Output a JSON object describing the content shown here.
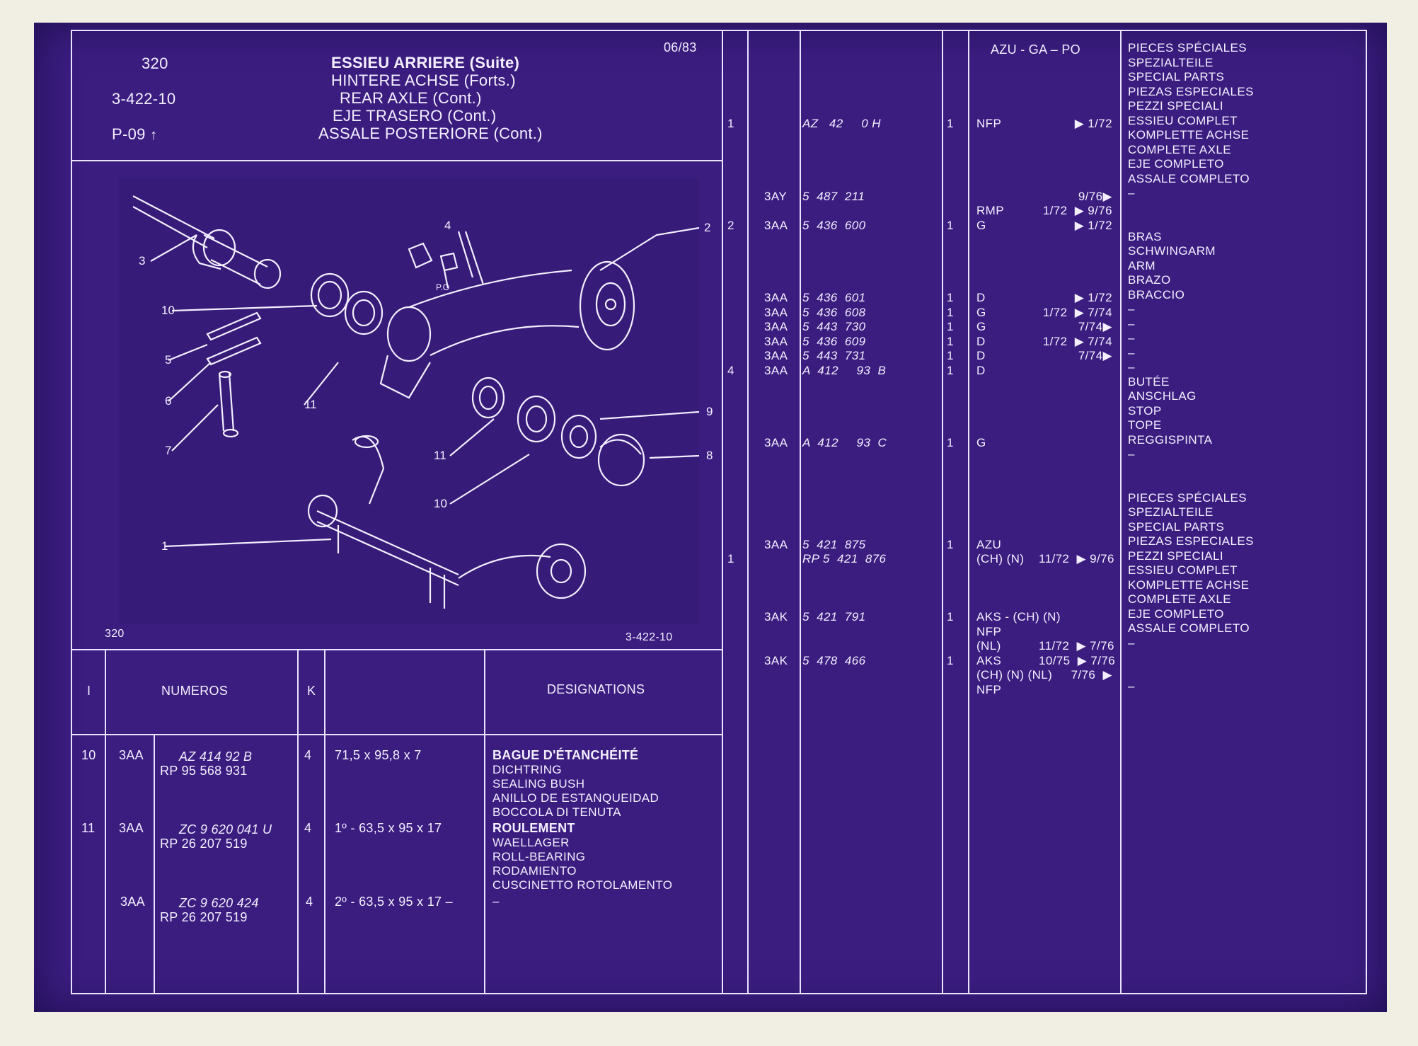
{
  "header": {
    "ref_number": "320",
    "code": "3-422-10",
    "page": "P-09",
    "date": "06/83",
    "title_fr": "ESSIEU ARRIERE (Suite)",
    "title_de": "HINTERE ACHSE (Forts.)",
    "title_en": "REAR AXLE (Cont.)",
    "title_es": "EJE TRASERO (Cont.)",
    "title_it": "ASSALE POSTERIORE (Cont.)"
  },
  "diagram": {
    "caption_left": "320",
    "caption_right": "3-422-10",
    "callouts": {
      "c1": "1",
      "c2": "2",
      "c3": "3",
      "c4": "4",
      "c5": "5",
      "c6": "6",
      "c7": "7",
      "c8": "8",
      "c9": "9",
      "c10a": "10",
      "c10b": "10",
      "c11a": "11",
      "c11b": "11",
      "po": "P.O"
    }
  },
  "bottom_table": {
    "col_i": "I",
    "col_numeros": "NUMEROS",
    "col_k": "K",
    "col_designations": "DESIGNATIONS",
    "rows": [
      {
        "i": "10",
        "type": "3AA",
        "num": "AZ 414   92 B",
        "rp": "RP 95  568  931",
        "k": "4",
        "dim": "71,5 x 95,8 x 7",
        "name": "BAGUE D'ÉTANCHÉITÉ",
        "desc": [
          "DICHTRING",
          "SEALING BUSH",
          "ANILLO DE ESTANQUEIDAD",
          "BOCCOLA DI TENUTA"
        ]
      },
      {
        "i": "11",
        "type": "3AA",
        "num": "ZC  9  620  041  U",
        "rp": "RP 26  207  519",
        "k": "4",
        "dim": "1º - 63,5 x 95 x 17",
        "name": "ROULEMENT",
        "desc": [
          "WAELLAGER",
          "ROLL-BEARING",
          "RODAMIENTO",
          "CUSCINETTO ROTOLAMENTO"
        ]
      },
      {
        "i": "",
        "type": "3AA",
        "num": "ZC  9  620  424",
        "rp": "RP 26  207  519",
        "k": "4",
        "dim": "2º - 63,5 x 95 x 17  –",
        "name": "",
        "desc": [
          "–"
        ]
      }
    ]
  },
  "right_table": {
    "header_azu": "AZU - GA – PO",
    "col_i": "1\n\n\n\n\n\n\n2\n\n\n\n\n\n\n\n\n\n4\n\n\n\n\n\n\n\n\n\n\n\n\n1",
    "col_type": "\n\n\n\n\n3AY\n\n3AA\n\n\n\n\n3AA\n3AA\n3AA\n3AA\n3AA\n3AA\n\n\n\n\n3AA\n\n\n\n\n\n\n3AA\n\n\n\n\n3AK\n\n\n3AK",
    "col_num": "AZ   42     0 H\n\n\n\n\n5  487  211\n\n5  436  600\n\n\n\n\n5  436  601\n5  436  608\n5  443  730\n5  436  609\n5  443  731\nA  412     93  B\n\n\n\n\nA  412     93  C\n\n\n\n\n\n\n5  421  875\nRP 5  421  876\n\n\n\n5  421  791\n\n\n5  478  466",
    "col_k": "1\n\n\n\n\n\n\n1\n\n\n\n\n1\n1\n1\n1\n1\n1\n\n\n\n\n1\n\n\n\n\n\n\n1\n\n\n\n\n1\n\n\n1",
    "col_variant": "NFP\n\n\n\n\n\nRMP\nG\n\n\n\n\nD\nG\nG\nD\nD\nD\n\n\n\n\nG\n\n\n\n\n\n\nAZU\n(CH) (N)\n\n\n\nAKS - (CH) (N)\nNFP\n(NL)\nAKS\n(CH) (N) (NL)\nNFP",
    "col_dates": "▶ 1/72\n\n\n\n\n9/76▶\n1/72  ▶ 9/76\n▶ 1/72\n\n\n\n\n▶ 1/72\n1/72  ▶ 7/74\n7/74▶\n1/72  ▶ 7/74\n7/74▶\n\n\n\n\n\n\n\n\n\n\n\n\n\n11/72  ▶ 9/76\n\n\n\n\n\n11/72  ▶ 7/76\n10/75  ▶ 7/76\n7/76  ▶",
    "col_desc": "PIECES SPÉCIALES\nSPEZIALTEILE\nSPECIAL PARTS\nPIEZAS ESPECIALES\nPEZZI SPECIALI\nESSIEU COMPLET\nKOMPLETTE ACHSE\nCOMPLETE AXLE\nEJE COMPLETO\nASSALE COMPLETO\n–\n\n\nBRAS\nSCHWINGARM\nARM\nBRAZO\nBRACCIO\n–\n–\n–\n–\n–\nBUTÉE\nANSCHLAG\nSTOP\nTOPE\nREGGISPINTA\n–\n\n\nPIECES SPÉCIALES\nSPEZIALTEILE\nSPECIAL PARTS\nPIEZAS ESPECIALES\nPEZZI SPECIALI\nESSIEU COMPLET\nKOMPLETTE ACHSE\nCOMPLETE AXLE\nEJE COMPLETO\nASSALE COMPLETO\n–\n\n\n–"
  }
}
